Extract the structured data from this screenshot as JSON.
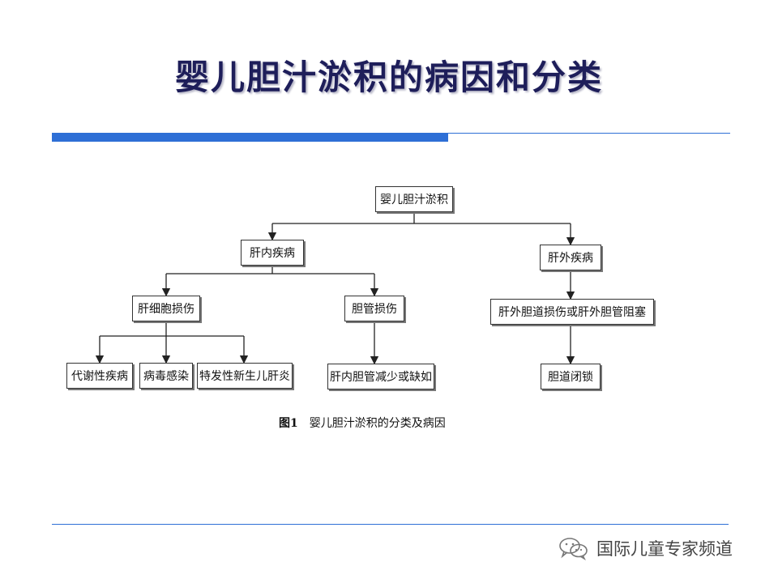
{
  "slide": {
    "title": "婴儿胆汁淤积的病因和分类"
  },
  "diagram": {
    "root": "婴儿胆汁淤积",
    "intrahepatic": "肝内疾病",
    "extrahepatic": "肝外疾病",
    "hepatocyte_injury": "肝细胞损伤",
    "bile_duct_injury": "胆管损伤",
    "extrahepatic_obstruction": "肝外胆道损伤或肝外胆管阻塞",
    "metabolic": "代谢性疾病",
    "viral": "病毒感染",
    "idiopathic": "特发性新生儿肝炎",
    "duct_paucity": "肝内胆管减少或缺如",
    "biliary_atresia": "胆道闭锁"
  },
  "caption": {
    "figure_label": "图1",
    "text": "婴儿胆汁淤积的分类及病因"
  },
  "watermark": {
    "icon": "wechat-icon",
    "text": "国际儿童专家频道"
  },
  "colors": {
    "accent_bar": "#2e6fd6",
    "title": "#1e1e5a"
  }
}
